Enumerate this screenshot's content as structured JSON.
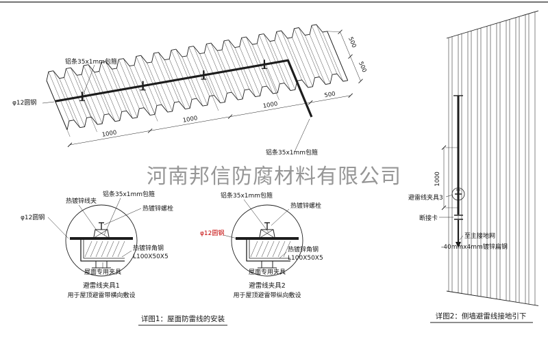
{
  "watermark": "河南邦信防腐材料有限公司",
  "roof": {
    "strip_top": "铝条35x1mm包箍",
    "strip_bottom": "铝条35x1mm包箍",
    "rod": "φ12圆钢",
    "dims_bottom": [
      "1000",
      "1000",
      "1000",
      "500"
    ],
    "dims_right": [
      "500",
      "500"
    ]
  },
  "detail1": {
    "clamp": "热镀锌线夹",
    "strip": "铝条35x1mm包箍",
    "bolt": "热镀锌螺栓",
    "rod": "φ12圆钢",
    "angle_line1": "热镀锌角钢",
    "angle_line2": "L100X50X5",
    "fixture": "屋面专用夹具",
    "title": "避雷线夹具1",
    "subtitle": "用于屋顶避雷带横向敷设"
  },
  "detail2": {
    "strip": "铝条35x1mm包箍",
    "bolt": "热镀锌螺栓",
    "rod": "φ12圆钢",
    "angle_line1": "热镀锌角钢",
    "angle_line2": "L100X50X5",
    "fixture": "屋面专用夹具",
    "title": "避雷线夹具2",
    "subtitle": "用于屋顶避雷带纵向敷设"
  },
  "wall": {
    "dim": "1000",
    "clamp": "避雷线夹具3",
    "disconnect": "断接卡",
    "to_ground": "至主接地网",
    "flat_steel": "-40mmx4mm镀锌扁钢"
  },
  "captions": {
    "detail1": "详图1：屋面防雷线的安装",
    "detail2": "详图2：侧墙避雷线接地引下"
  }
}
